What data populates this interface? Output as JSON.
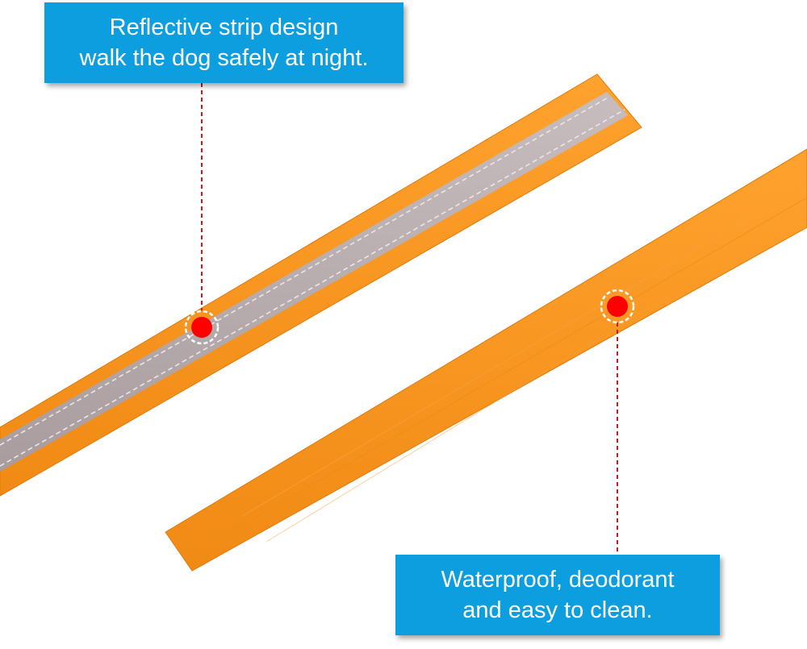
{
  "callouts": {
    "reflective": {
      "line1": "Reflective strip design",
      "line2": "walk the dog safely at night."
    },
    "waterproof": {
      "line1": "Waterproof, deodorant",
      "line2": "and easy to clean."
    }
  },
  "colors": {
    "strap_orange": "#f7931e",
    "strap_edge": "#e07a0c",
    "reflective_strip": "#b9aeb0",
    "stitching": "#e6dfe0",
    "callout_blue": "#0d9ee0",
    "marker_red": "#ff0000",
    "leader_red": "#d01818"
  }
}
